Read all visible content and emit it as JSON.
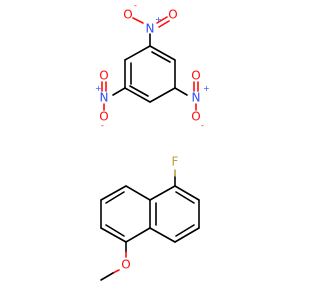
{
  "molecules": {
    "trinitrobenzene": {
      "atoms": {
        "n_top": "N",
        "n_top_charge": "+",
        "o_top_left": "O",
        "o_top_left_charge": "-",
        "o_top_right": "O",
        "n_left": "N",
        "n_left_charge": "+",
        "o_left_upper": "O",
        "o_left_lower": "O",
        "o_left_lower_charge": "-",
        "n_right": "N",
        "n_right_charge": "+",
        "o_right_upper": "O",
        "o_right_lower": "O",
        "o_right_lower_charge": "-"
      }
    },
    "fluoromethoxynaphthalene": {
      "atoms": {
        "f": "F",
        "o": "O"
      }
    }
  },
  "colors": {
    "bond": "#000000",
    "nitrogen": "#3050F8",
    "oxygen": "#FF0D0D",
    "fluorine": "#B8A13A"
  }
}
